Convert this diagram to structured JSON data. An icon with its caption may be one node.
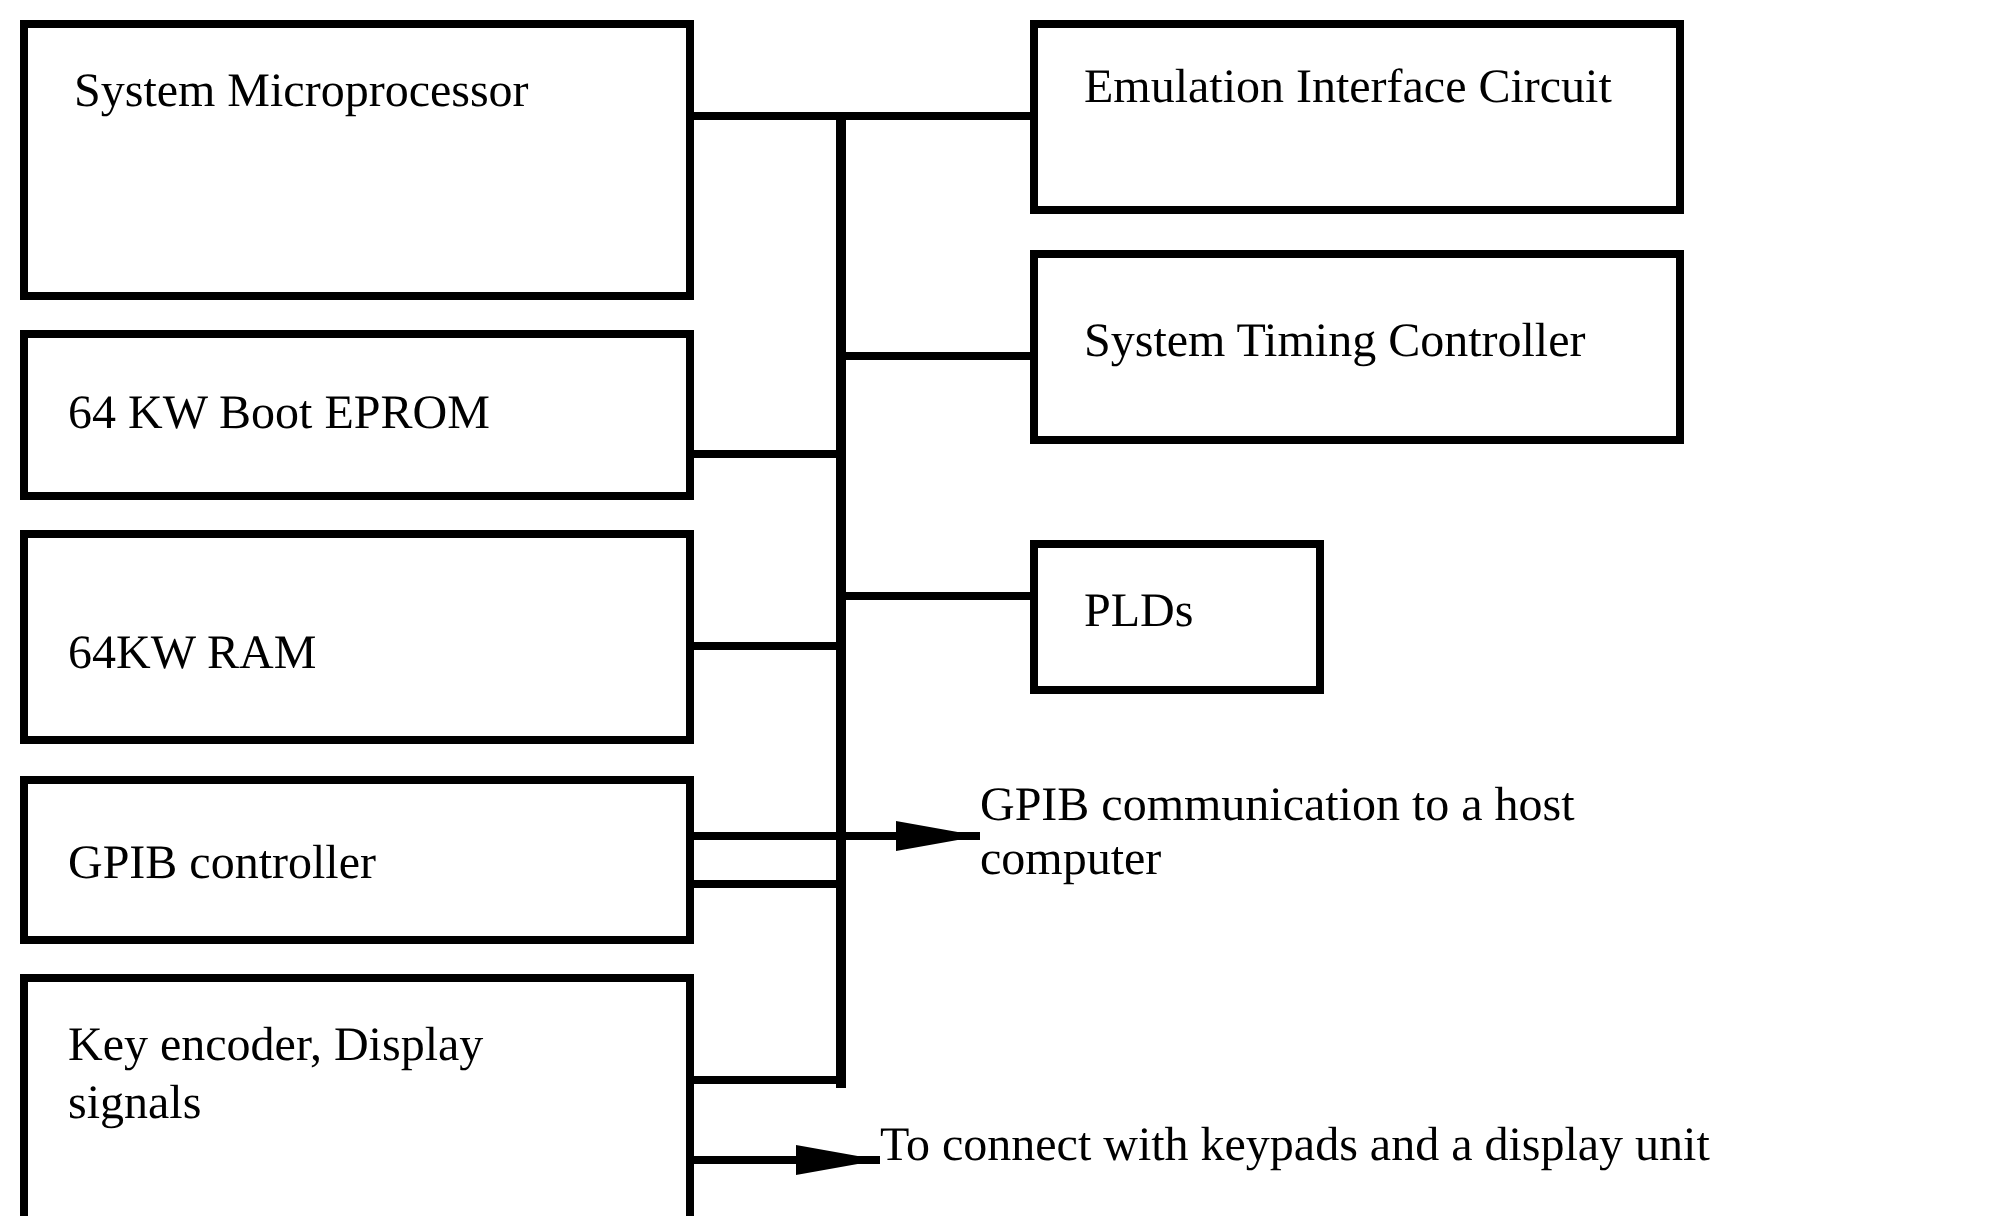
{
  "diagram": {
    "nodes": [
      {
        "text": [
          "System Microprocessor"
        ]
      },
      {
        "text": [
          "64 KW Boot EPROM"
        ]
      },
      {
        "text": [
          "64KW RAM"
        ]
      },
      {
        "text": [
          "GPIB controller"
        ]
      },
      {
        "text": [
          "Key encoder, Display signals"
        ]
      },
      {
        "text": [
          "Emulation Interface Circuit"
        ]
      },
      {
        "text": [
          "System Timing Controller"
        ]
      },
      {
        "text": [
          "PLDs"
        ]
      },
      {
        "text": [],
        "shape": "bar"
      },
      {
        "text": [
          "GPIB communication to a host computer"
        ]
      },
      {
        "text": [
          "To connect with keypads and a display unit"
        ]
      }
    ],
    "edges": [
      {
        "from": 0,
        "to": 8,
        "arrow": "none"
      },
      {
        "from": 1,
        "to": 8,
        "arrow": "none"
      },
      {
        "from": 2,
        "to": 8,
        "arrow": "none"
      },
      {
        "from": 3,
        "to": 8,
        "arrow": "none"
      },
      {
        "from": 4,
        "to": 8,
        "arrow": "none"
      },
      {
        "from": 8,
        "to": 5,
        "arrow": "none"
      },
      {
        "from": 8,
        "to": 6,
        "arrow": "none"
      },
      {
        "from": 8,
        "to": 7,
        "arrow": "none"
      },
      {
        "from": 3,
        "to": 9,
        "arrow": "to"
      },
      {
        "from": 4,
        "to": 10,
        "arrow": "to"
      }
    ]
  }
}
